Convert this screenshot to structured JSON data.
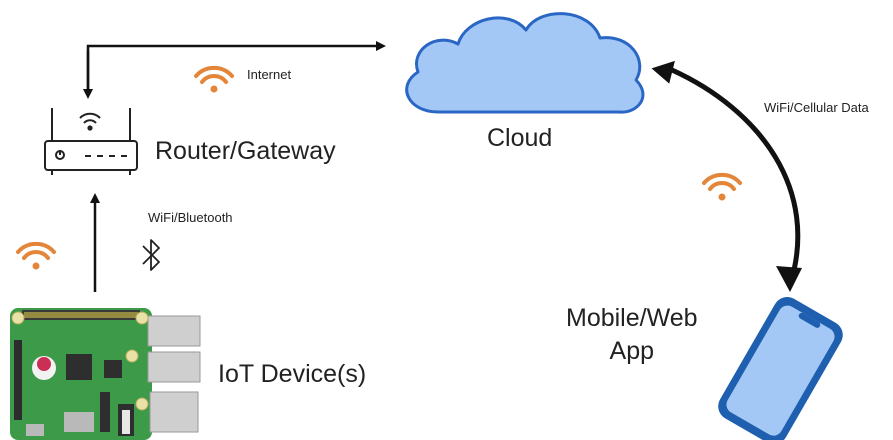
{
  "nodes": {
    "cloud": "Cloud",
    "router": "Router/Gateway",
    "iot": "IoT Device(s)",
    "mobile_line1": "Mobile/Web",
    "mobile_line2": "App"
  },
  "links": {
    "internet": "Internet",
    "wifi_bluetooth": "WiFi/Bluetooth",
    "cellular": "WiFi/Cellular Data"
  },
  "colors": {
    "cloud_fill": "#a4c8f6",
    "cloud_stroke": "#2a66c4",
    "wifi": "#e3863a",
    "board": "#3d9a49",
    "phone": "#1f5fb0",
    "arrow": "#111111"
  },
  "icons": [
    "wifi-icon",
    "bluetooth-icon",
    "router-icon",
    "raspberry-pi-board",
    "smartphone-icon",
    "cloud-icon"
  ]
}
